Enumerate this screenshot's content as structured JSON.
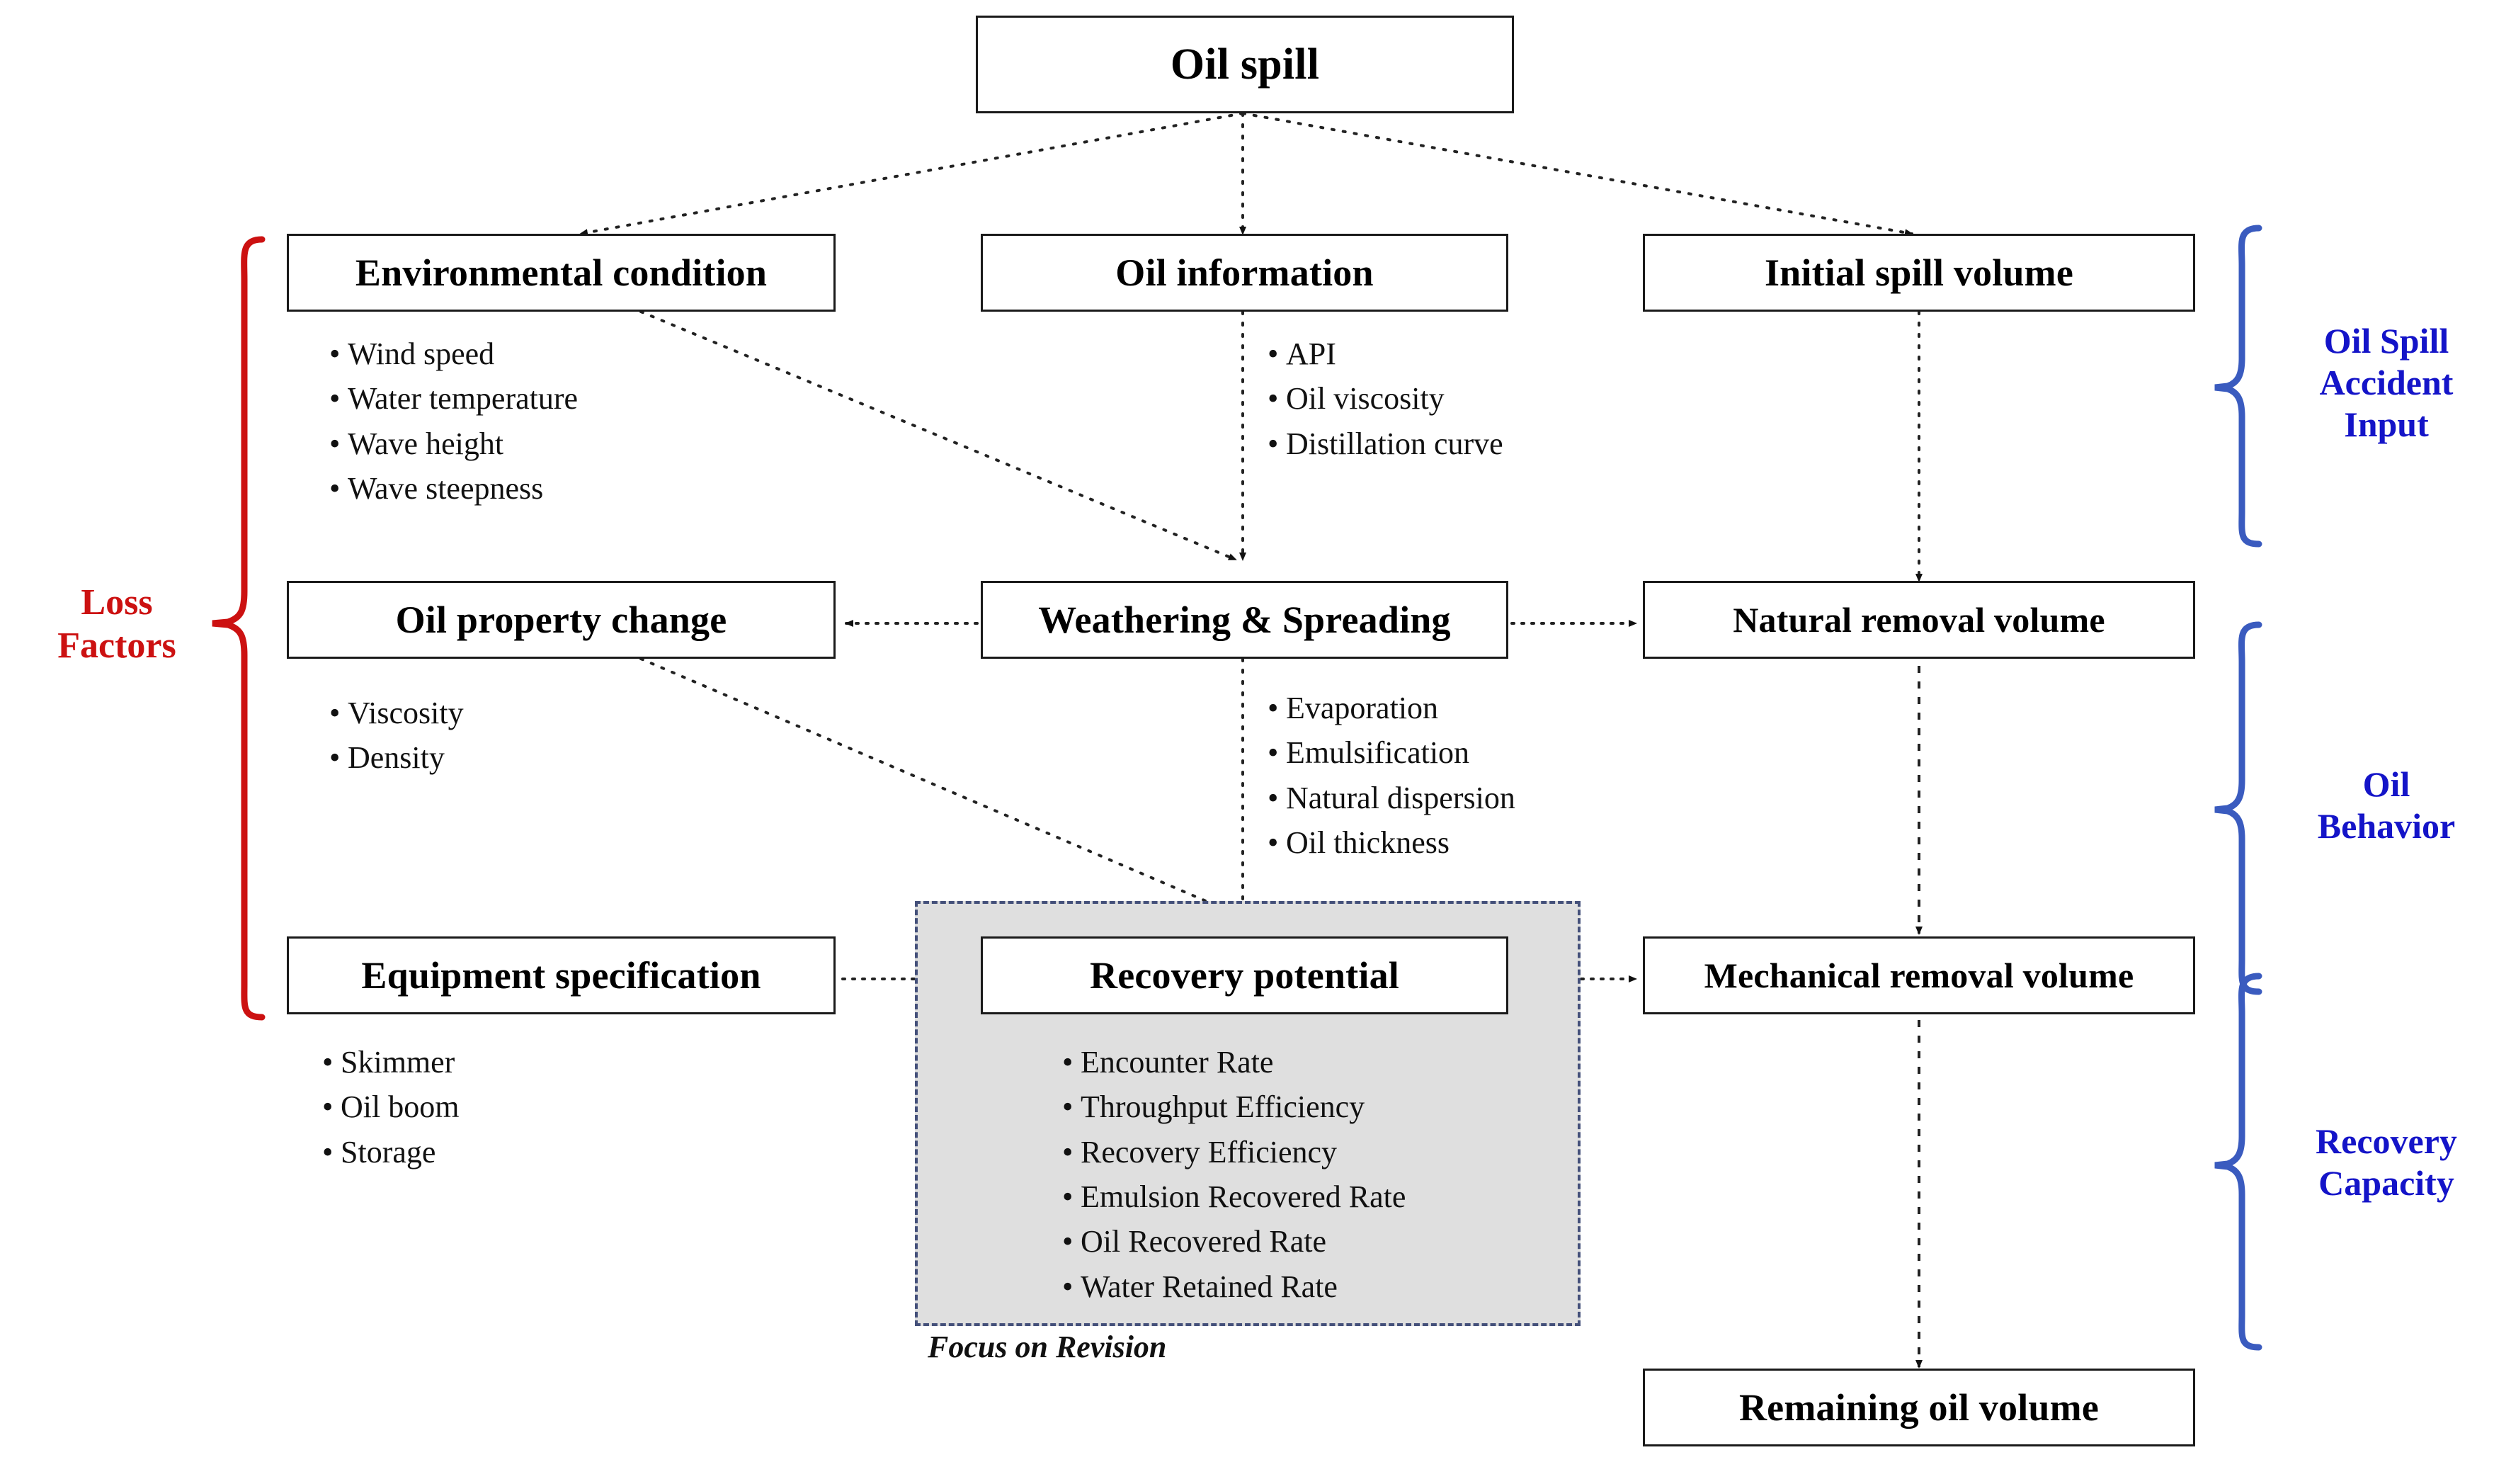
{
  "diagram": {
    "title_box": {
      "label": "Oil spill"
    },
    "nodes": [
      {
        "id": "environmental_condition",
        "label": "Environmental condition"
      },
      {
        "id": "oil_information",
        "label": "Oil information"
      },
      {
        "id": "initial_spill_volume",
        "label": "Initial spill volume"
      },
      {
        "id": "oil_property_change",
        "label": "Oil property change"
      },
      {
        "id": "weathering_spreading",
        "label": "Weathering & Spreading"
      },
      {
        "id": "natural_removal_volume",
        "label": "Natural removal volume"
      },
      {
        "id": "equipment_specification",
        "label": "Equipment specification"
      },
      {
        "id": "recovery_potential",
        "label": "Recovery potential"
      },
      {
        "id": "mechanical_removal_volume",
        "label": "Mechanical removal volume"
      },
      {
        "id": "remaining_oil_volume",
        "label": "Remaining oil volume"
      }
    ],
    "bullet_lists": {
      "environmental_condition": [
        "Wind speed",
        "Water temperature",
        "Wave height",
        "Wave steepness"
      ],
      "oil_information": [
        "API",
        "Oil viscosity",
        "Distillation curve"
      ],
      "oil_property_change": [
        "Viscosity",
        "Density"
      ],
      "weathering_spreading": [
        "Evaporation",
        "Emulsification",
        "Natural dispersion",
        "Oil thickness"
      ],
      "equipment_specification": [
        "Skimmer",
        "Oil boom",
        "Storage"
      ],
      "recovery_potential": [
        "Encounter Rate",
        "Throughput Efficiency",
        "Recovery Efficiency",
        "Emulsion Recovered Rate",
        "Oil Recovered Rate",
        "Water Retained Rate"
      ]
    },
    "group_labels": {
      "left_brace": {
        "label": "Loss\nFactors",
        "line1": "Loss",
        "line2": "Factors",
        "color": "#cc1111"
      },
      "right_top": {
        "line1": "Oil Spill",
        "line2": "Accident",
        "line3": "Input",
        "color": "#1414c8"
      },
      "right_mid": {
        "line1": "Oil",
        "line2": "Behavior",
        "color": "#1414c8"
      },
      "right_bottom": {
        "line1": "Recovery",
        "line2": "Capacity",
        "color": "#1414c8"
      }
    },
    "annotations": {
      "focus_caption": "Focus on Revision"
    },
    "colors": {
      "brace_blue": "#3a5bbf",
      "brace_red": "#cc1111",
      "label_blue": "#1414c8",
      "label_red": "#cc1111",
      "gray_zone": "#dfdfdf",
      "gray_zone_border": "#44507a",
      "node_border": "#1a1a1a",
      "connector": "#222222"
    },
    "bullet_glyph": "•"
  }
}
